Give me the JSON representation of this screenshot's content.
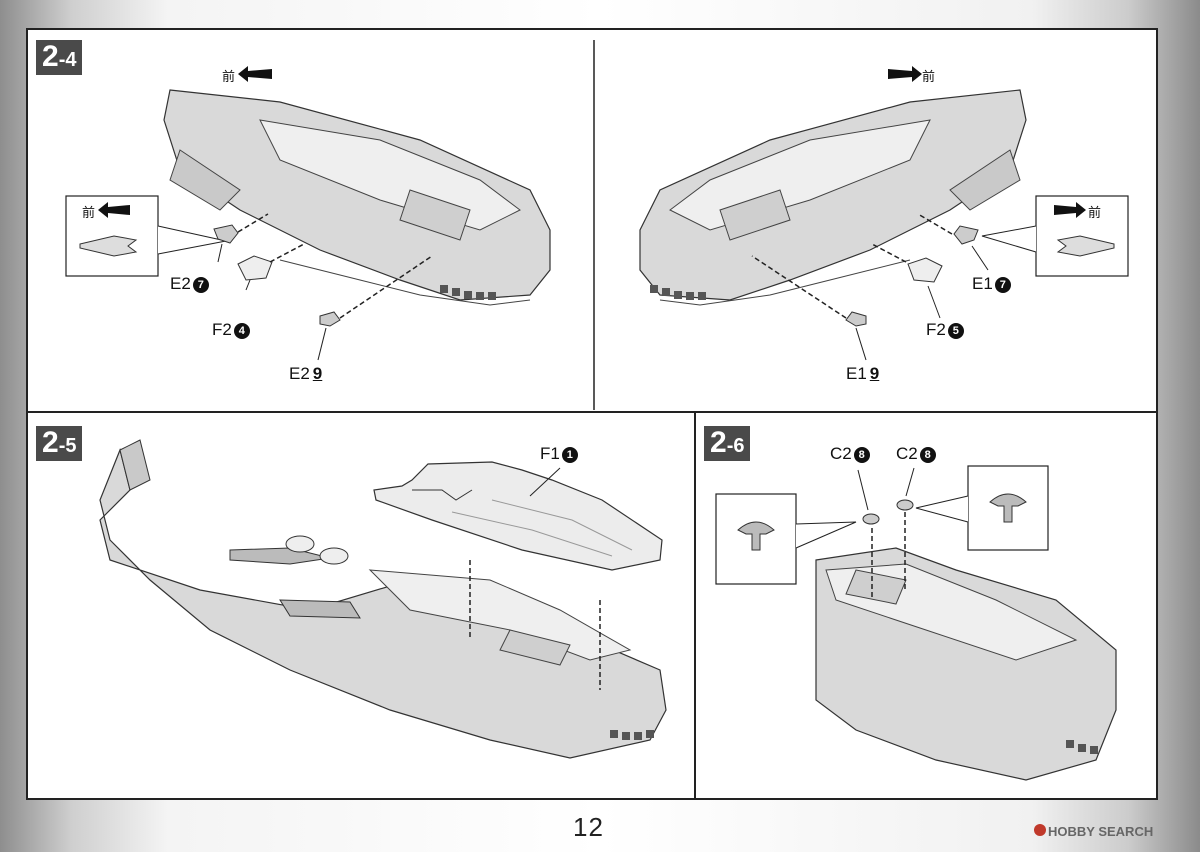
{
  "steps": {
    "s24": {
      "major": "2",
      "minor": "-4"
    },
    "s25": {
      "major": "2",
      "minor": "-5"
    },
    "s26": {
      "major": "2",
      "minor": "-6"
    }
  },
  "front_label": "前",
  "parts": {
    "s24_e2_7": {
      "code": "E2",
      "num": "7"
    },
    "s24_f2_4": {
      "code": "F2",
      "num": "4"
    },
    "s24_e2_9": {
      "code": "E2",
      "num": "9"
    },
    "s24r_e1_7": {
      "code": "E1",
      "num": "7"
    },
    "s24r_f2_5": {
      "code": "F2",
      "num": "5"
    },
    "s24r_e1_9": {
      "code": "E1",
      "num": "9"
    },
    "s25_f1_1": {
      "code": "F1",
      "num": "1"
    },
    "s26_c2_8a": {
      "code": "C2",
      "num": "8"
    },
    "s26_c2_8b": {
      "code": "C2",
      "num": "8"
    }
  },
  "page_number": "12",
  "watermark": "HOBBY SEARCH",
  "colors": {
    "badge": "#4a4a4a",
    "line": "#222222",
    "hull": "#d9d9d9"
  }
}
